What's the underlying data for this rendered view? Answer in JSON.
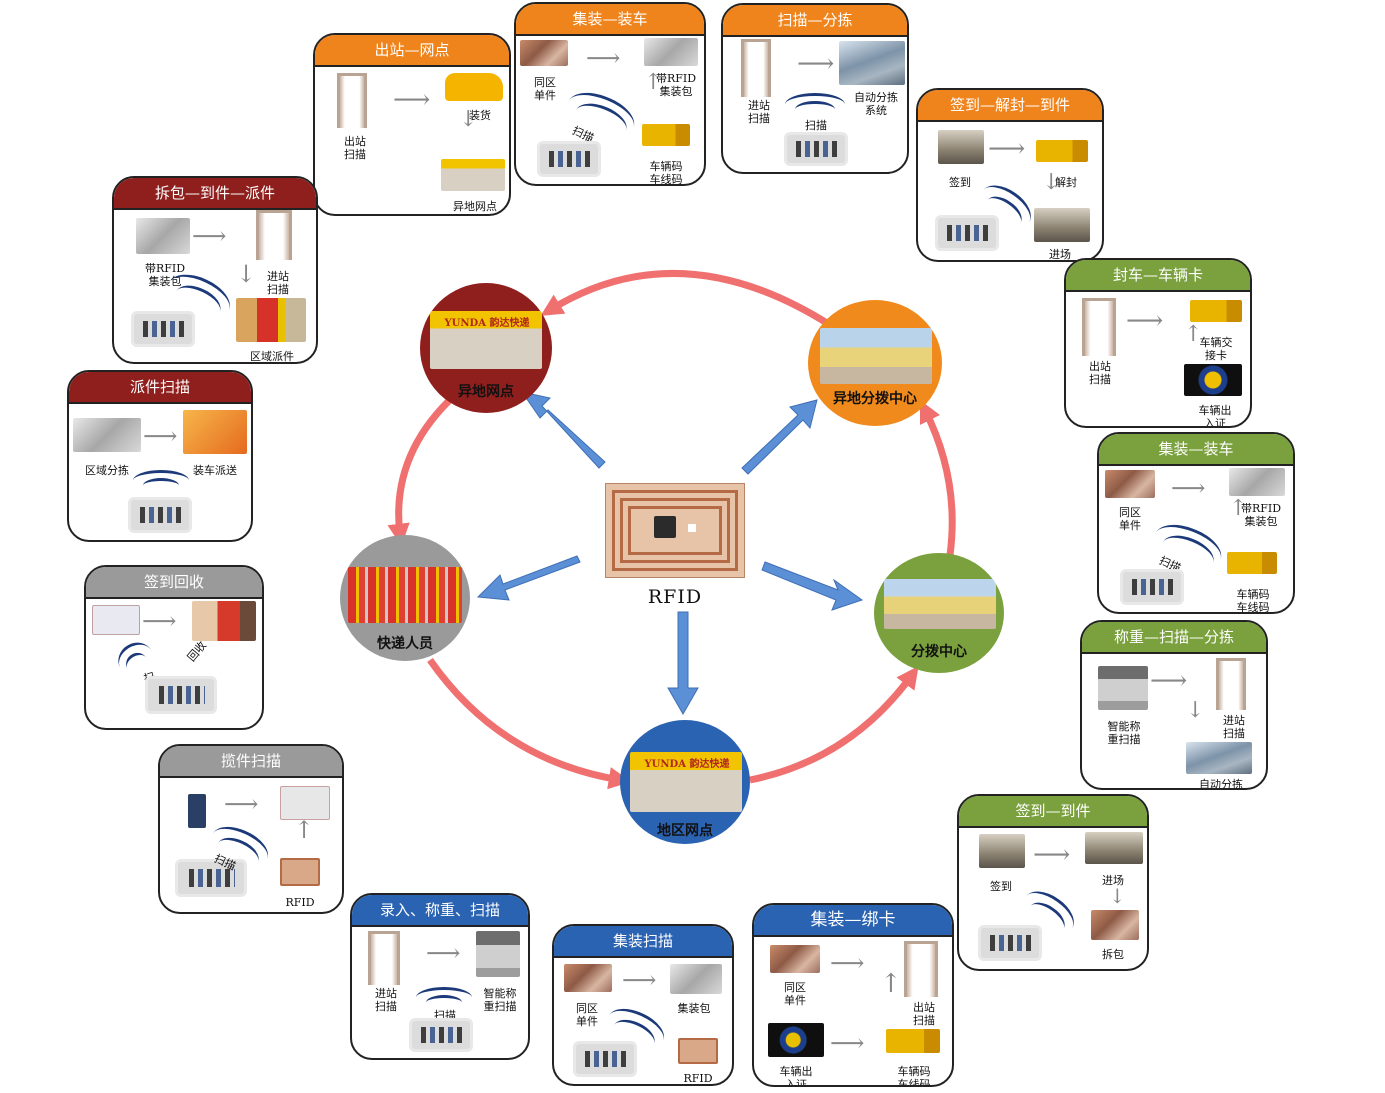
{
  "center": {
    "label": "RFID"
  },
  "circles": {
    "remote_outlet": "异地网点",
    "remote_hub": "异地分拨中心",
    "hub": "分拨中心",
    "local_outlet": "地区网点",
    "couriers": "快递人员"
  },
  "shop_sign": "YUNDA 韵达快递",
  "cards": {
    "depart_outlet": {
      "title": "出站—网点",
      "l1": "出站\n扫描",
      "l2": "装货",
      "l3": "异地网点"
    },
    "pack_load_top": {
      "title": "集装—装车",
      "l1": "同区\n单件",
      "l2": "带RFID\n集装包",
      "l3": "扫描",
      "l4": "车辆码\n车线码"
    },
    "scan_sort_top": {
      "title": "扫描—分拣",
      "l1": "进站\n扫描",
      "l2": "自动分拣\n系统",
      "l3": "扫描"
    },
    "signin_unseal": {
      "title": "签到—解封—到件",
      "l1": "签到",
      "l2": "解封",
      "l3": "进场"
    },
    "seal_card": {
      "title": "封车—车辆卡",
      "l1": "出站\n扫描",
      "l2": "车辆交\n接卡",
      "l3": "车辆出\n入证"
    },
    "pack_load_right": {
      "title": "集装—装车",
      "l1": "同区\n单件",
      "l2": "带RFID\n集装包",
      "l3": "扫描",
      "l4": "车辆码\n车线码"
    },
    "weigh_scan_sort": {
      "title": "称重—扫描—分拣",
      "l1": "智能称\n重扫描",
      "l2": "进站\n扫描",
      "l3": "自动分拣"
    },
    "signin_arrive": {
      "title": "签到—到件",
      "l1": "签到",
      "l2": "进场",
      "l3": "拆包"
    },
    "pack_bind": {
      "title": "集装—绑卡",
      "l1": "同区\n单件",
      "l2": "出站\n扫描",
      "l3": "车辆出\n入证",
      "l4": "车辆码\n车线码"
    },
    "pack_scan": {
      "title": "集装扫描",
      "l1": "同区\n单件",
      "l2": "集装包",
      "l3": "RFID"
    },
    "entry_weigh_scan": {
      "title": "录入、称重、扫描",
      "l1": "进站\n扫描",
      "l2": "智能称\n重扫描",
      "l3": "扫描"
    },
    "pickup_scan": {
      "title": "揽件扫描",
      "l1": "扫描",
      "l2": "RFID"
    },
    "signin_recycle": {
      "title": "签到回收",
      "l1": "扫描",
      "l2": "回收"
    },
    "delivery_scan": {
      "title": "派件扫描",
      "l1": "区域分拣",
      "l2": "装车派送"
    },
    "unpack_deliver": {
      "title": "拆包—到件—派件",
      "l1": "带RFID\n集装包",
      "l2": "进站\n扫描",
      "l3": "区域派件"
    }
  },
  "colors": {
    "orange": "#f0841c",
    "dark_red": "#8f1f1d",
    "grey": "#9a9a9a",
    "green": "#7aa13d",
    "blue": "#2b63b3",
    "red_arrow": "#f07070",
    "blue_arrow": "#5b8fd6"
  }
}
